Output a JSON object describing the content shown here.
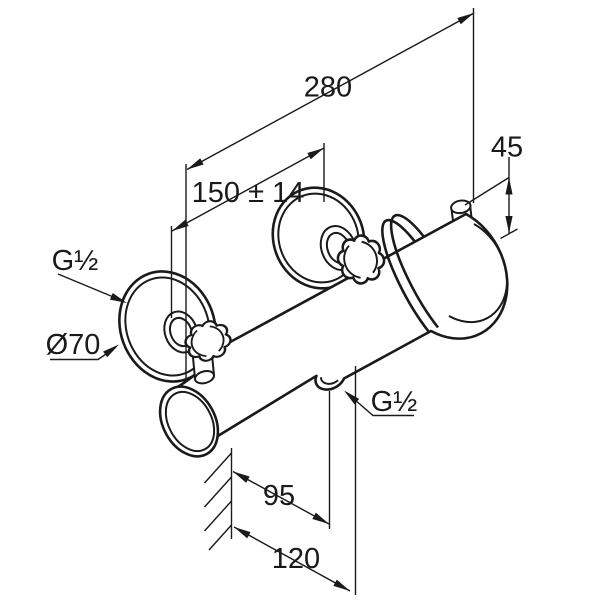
{
  "drawing": {
    "type": "technical-dimension-drawing",
    "subject": "wall-mounted thermostatic shower mixer"
  },
  "colors": {
    "line": "#1a1a1a",
    "background": "#ffffff"
  },
  "labels": {
    "width_overall": "280",
    "connection_spacing": "150 ± 14",
    "top_port_height": "45",
    "thread_top_left": "G½",
    "flange_diameter": "Ø70",
    "thread_bottom": "G½",
    "wall_to_outlet": "95",
    "wall_to_front": "120"
  }
}
